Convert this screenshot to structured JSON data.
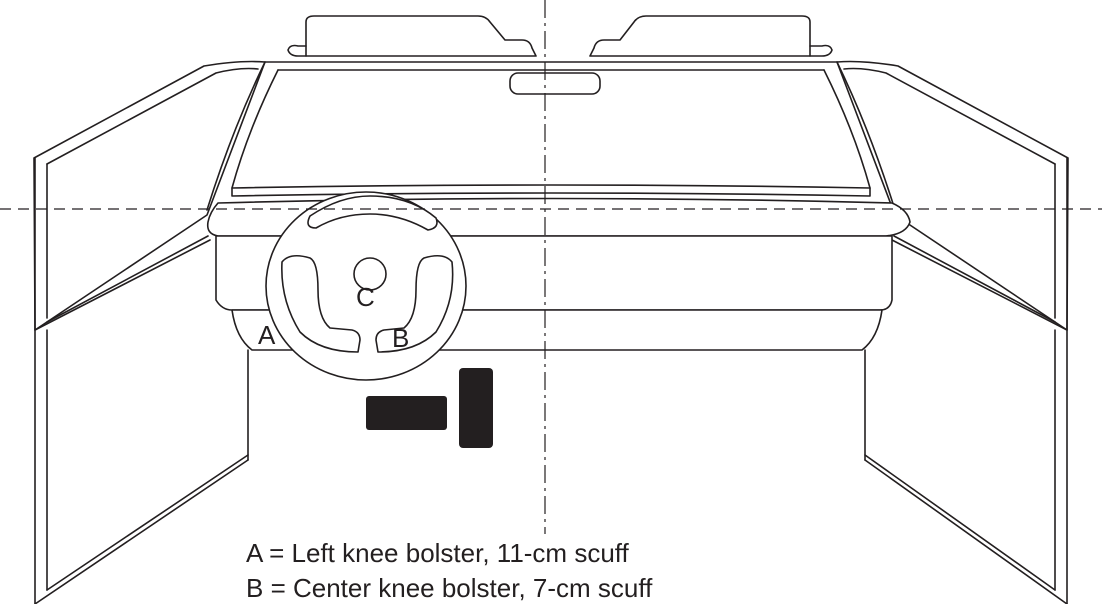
{
  "labels": {
    "a": "A",
    "b": "B",
    "c": "C"
  },
  "legend": {
    "line_a": "A = Left knee bolster, 11-cm scuff",
    "line_b": "B = Center knee bolster, 7-cm scuff"
  },
  "colors": {
    "ink": "#231f20",
    "background": "#ffffff"
  }
}
